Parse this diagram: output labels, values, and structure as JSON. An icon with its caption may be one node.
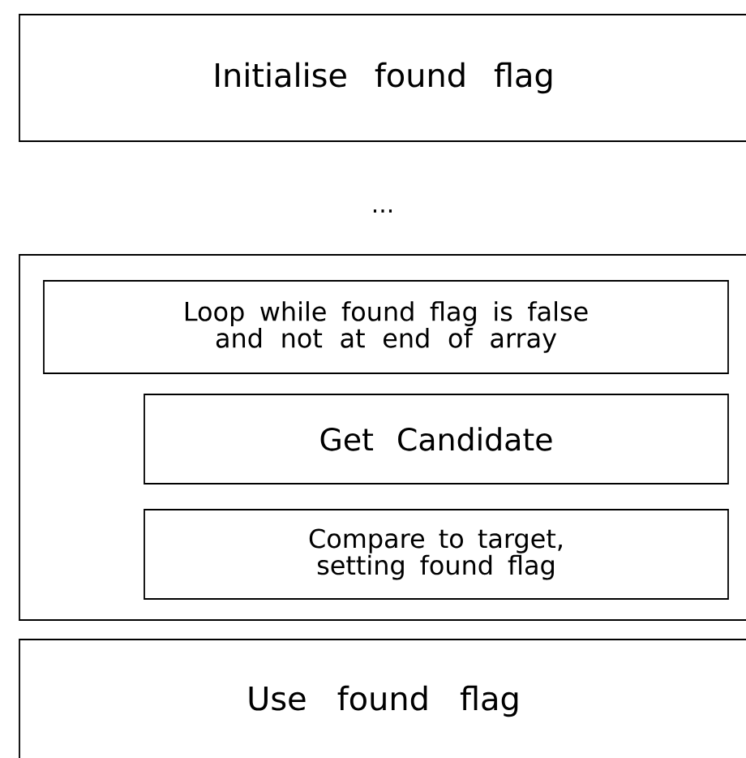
{
  "diagram": {
    "nodes": [
      {
        "text": [
          "Initialise found flag"
        ]
      },
      {
        "text": [],
        "shape": "box"
      },
      {
        "text": [
          "Loop while found flag is false and not at end of array"
        ],
        "in": 1
      },
      {
        "text": [
          "Get Candidate"
        ],
        "in": 1
      },
      {
        "text": [
          "Compare to target, setting found flag"
        ],
        "in": 1
      },
      {
        "text": [
          "Use found flag"
        ]
      }
    ],
    "labels": [
      "..."
    ]
  }
}
